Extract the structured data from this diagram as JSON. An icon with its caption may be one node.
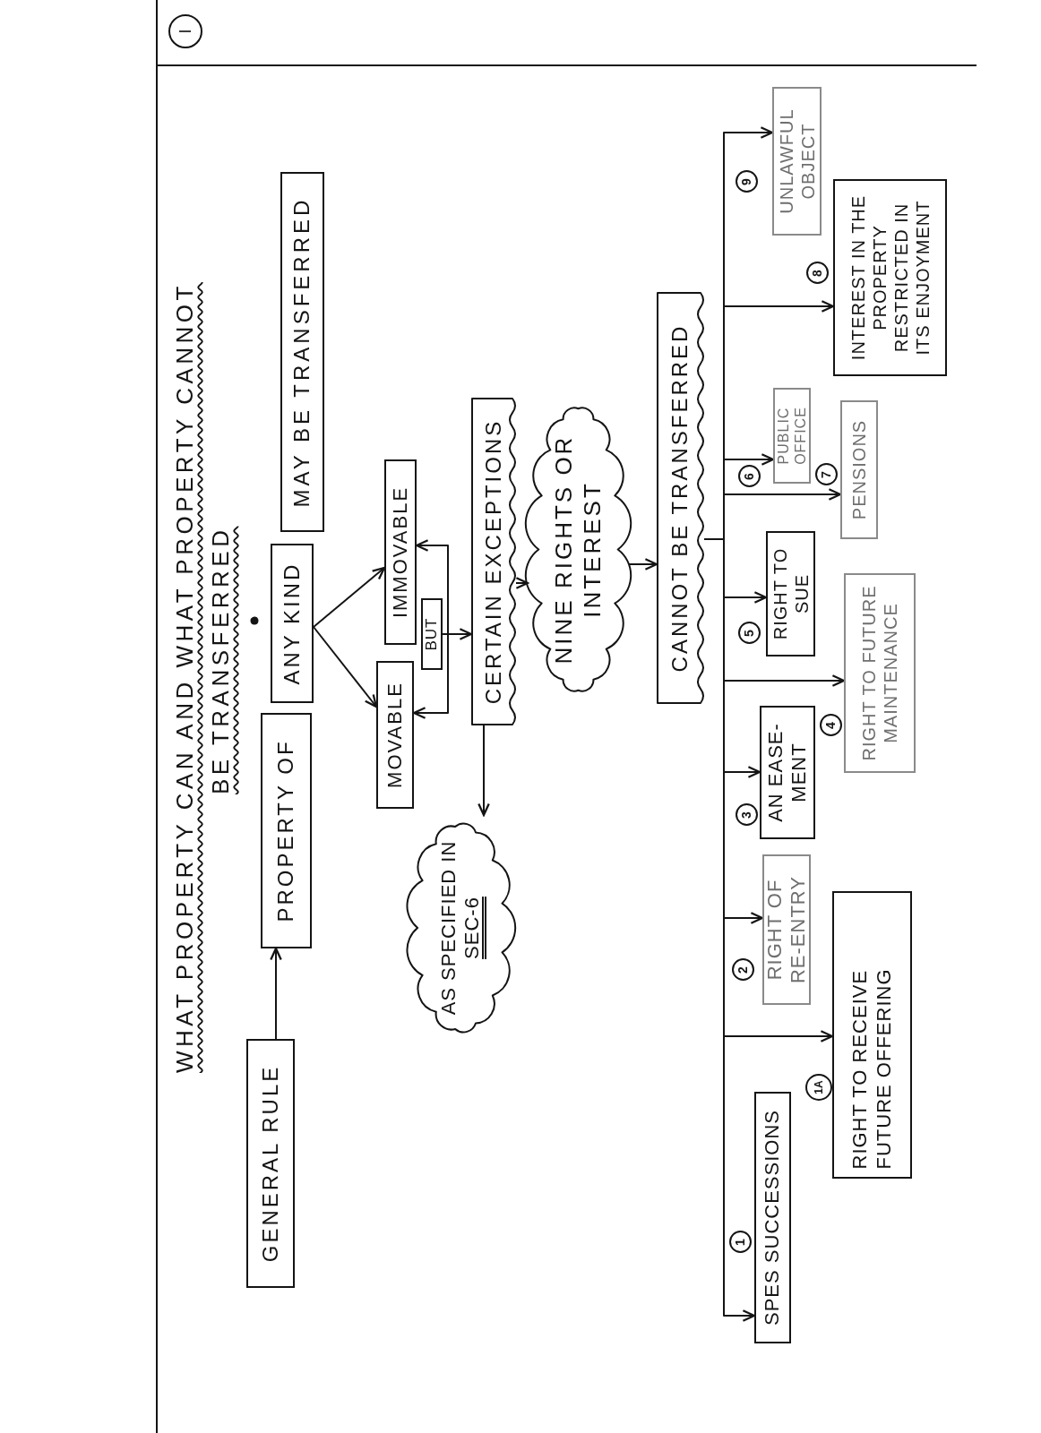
{
  "diagram": {
    "title": "WHAT PROPERTY CAN AND WHAT PROPERTY CANNOT BE TRANSFERRED",
    "nodes": [
      {
        "text": [
          "GENERAL RULE"
        ]
      },
      {
        "text": [
          "PROPERTY OF"
        ]
      },
      {
        "text": [
          "ANY KIND"
        ]
      },
      {
        "text": [
          "MAY BE TRANSFERRED"
        ]
      },
      {
        "text": [
          "MOVABLE"
        ]
      },
      {
        "text": [
          "IMMOVABLE"
        ]
      },
      {
        "text": [
          "BUT"
        ]
      },
      {
        "text": [
          "CERTAIN EXCEPTIONS"
        ]
      },
      {
        "text": [
          "NINE RIGHTS OR INTEREST"
        ]
      },
      {
        "text": [
          "AS SPECIFIED IN SEC-6"
        ]
      },
      {
        "text": [
          "CANNOT BE TRANSFERRED"
        ]
      },
      {
        "text": [
          "SPES SUCCESSIONS"
        ],
        "beside": [
          "1"
        ]
      },
      {
        "text": [
          "RIGHT TO RECEIVE FUTURE OFFERING"
        ],
        "beside": [
          "1A"
        ]
      },
      {
        "text": [
          "RIGHT OF RE-ENTRY"
        ],
        "beside": [
          "2"
        ]
      },
      {
        "text": [
          "AN EASE- MENT"
        ],
        "beside": [
          "3"
        ]
      },
      {
        "text": [
          "RIGHT TO FUTURE MAINTENANCE"
        ],
        "beside": [
          "4"
        ]
      },
      {
        "text": [
          "RIGHT TO SUE"
        ],
        "beside": [
          "5"
        ]
      },
      {
        "text": [
          "PENSIONS"
        ],
        "beside": [
          "7"
        ]
      },
      {
        "text": [
          "PUBLIC OFFICE"
        ],
        "beside": [
          "6"
        ]
      },
      {
        "text": [
          "INTEREST IN THE PROPERTY RESTRICTED IN ITS ENJOYMENT"
        ],
        "beside": [
          "8"
        ]
      },
      {
        "text": [
          "UNLAWFUL OBJECT"
        ],
        "beside": [
          "9"
        ]
      }
    ],
    "edges": [
      {
        "from": 0,
        "to": 1,
        "arrow": "to"
      },
      {
        "from": 2,
        "to": 4,
        "arrow": "to"
      },
      {
        "from": 2,
        "to": 5,
        "arrow": "to"
      },
      {
        "from": 6,
        "to": 4,
        "arrow": "to"
      },
      {
        "from": 6,
        "to": 5,
        "arrow": "to"
      },
      {
        "from": 6,
        "to": 7,
        "arrow": "to"
      },
      {
        "from": 7,
        "to": 8,
        "arrow": "to"
      },
      {
        "from": 7,
        "to": 9,
        "arrow": "to"
      },
      {
        "from": 8,
        "to": 10,
        "arrow": "to"
      },
      {
        "from": 10,
        "to": 11,
        "arrow": "to"
      },
      {
        "from": 10,
        "to": 12,
        "arrow": "to"
      },
      {
        "from": 10,
        "to": 13,
        "arrow": "to"
      },
      {
        "from": 10,
        "to": 14,
        "arrow": "to"
      },
      {
        "from": 10,
        "to": 15,
        "arrow": "to"
      },
      {
        "from": 10,
        "to": 16,
        "arrow": "to"
      },
      {
        "from": 10,
        "to": 17,
        "arrow": "to"
      },
      {
        "from": 10,
        "to": 18,
        "arrow": "to"
      },
      {
        "from": 10,
        "to": 19,
        "arrow": "to"
      },
      {
        "from": 10,
        "to": 20,
        "arrow": "to"
      }
    ],
    "labels": [
      "I"
    ]
  }
}
